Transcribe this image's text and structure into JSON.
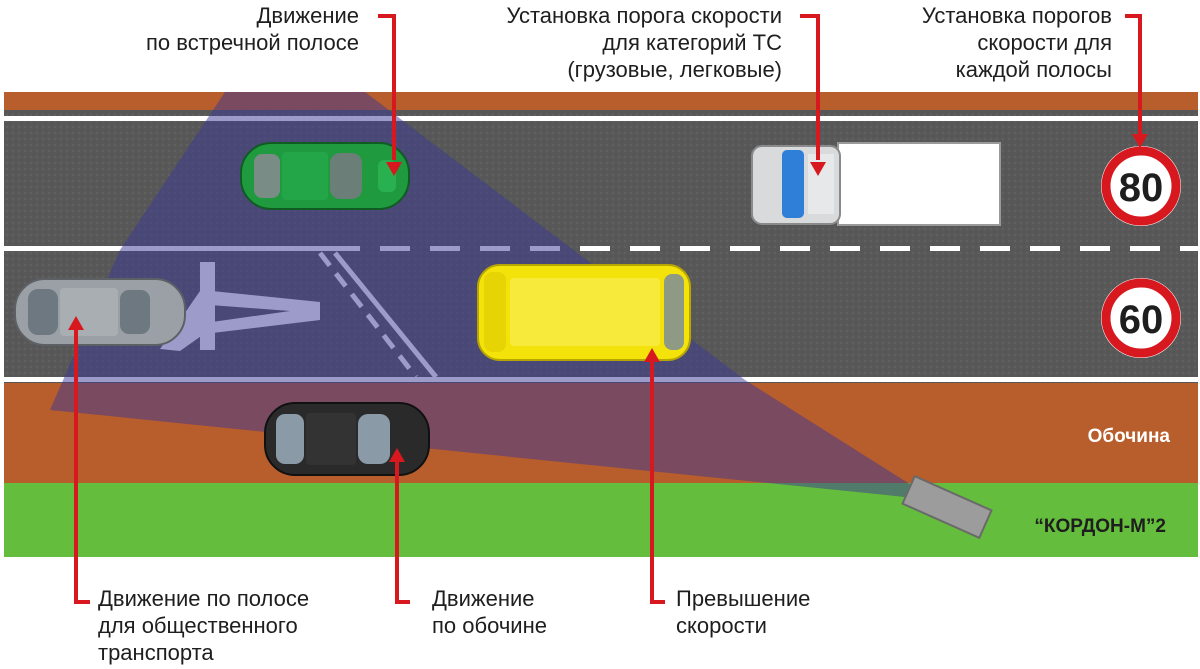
{
  "labels": {
    "oncoming": "Движение\nпо встречной полосе",
    "category_threshold": "Установка порога скорости\nдля категорий ТС\n(грузовые, легковые)",
    "lane_thresholds": "Установка порогов\nскорости для\nкаждой полосы",
    "bus_lane": "Движение по полосе\nдля общественного\nтранспорта",
    "shoulder_driving": "Движение\nпо обочине",
    "speeding": "Превышение\nскорости"
  },
  "signs": {
    "top_limit": "80",
    "bottom_limit": "60"
  },
  "zones": {
    "shoulder": "Обочина"
  },
  "device": {
    "name": "“КОРДОН-М”2"
  },
  "colors": {
    "road": "#585858",
    "shoulder": "#b85d2c",
    "grass": "#64bd3c",
    "coverage": "#3c3896",
    "callout_red": "#d7191f",
    "car_green": "#1f9a3f",
    "van_yellow": "#f4e30a"
  }
}
